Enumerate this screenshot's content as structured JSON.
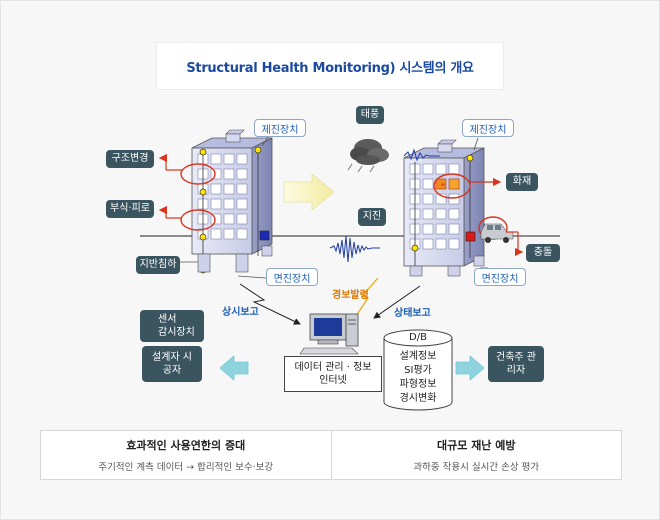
{
  "title": "Structural Health Monitoring) 시스템의 개요",
  "left_building": {
    "callout_top": "제진장치",
    "label_deform": "구조변경",
    "label_corrosion": "부식·피로",
    "label_settlement": "지반침하",
    "callout_bottom": "면진장치"
  },
  "hazards": {
    "typhoon": "태풍",
    "earthquake": "지진",
    "fire": "화재",
    "collision": "충돌"
  },
  "right_building": {
    "callout_top": "제진장치",
    "callout_bottom": "면진장치"
  },
  "flows": {
    "regular_report": "상시보고",
    "alarm": "경보발령",
    "status_report": "상태보고"
  },
  "legend": {
    "sensor": "센서",
    "monitor": "감시장치"
  },
  "computer": {
    "caption": "데이터 관리 · 정보 인터넷"
  },
  "database": {
    "title": "D/B",
    "items": [
      "설계정보",
      "SI평가",
      "파형정보",
      "경시변화"
    ]
  },
  "designer_box": "설계자 시공자",
  "manager_box": "건축주 관리자",
  "bottom": {
    "left_heading": "효과적인 사용연한의 증대",
    "left_sub": "주기적인 계측 데이터 → 합리적인 보수·보강",
    "right_heading": "대규모 재난 예방",
    "right_sub": "과하중 작용시 실시간 손상 평가"
  },
  "colors": {
    "title_blue": "#1b4aa0",
    "callout_blue": "#1e5fb3",
    "alarm_orange": "#e07b00",
    "dark_box": "#3b5560",
    "arrow_red": "#d9341c",
    "arrow_teal": "#6fc7d6",
    "arrow_yellow": "#f3f0b0"
  }
}
